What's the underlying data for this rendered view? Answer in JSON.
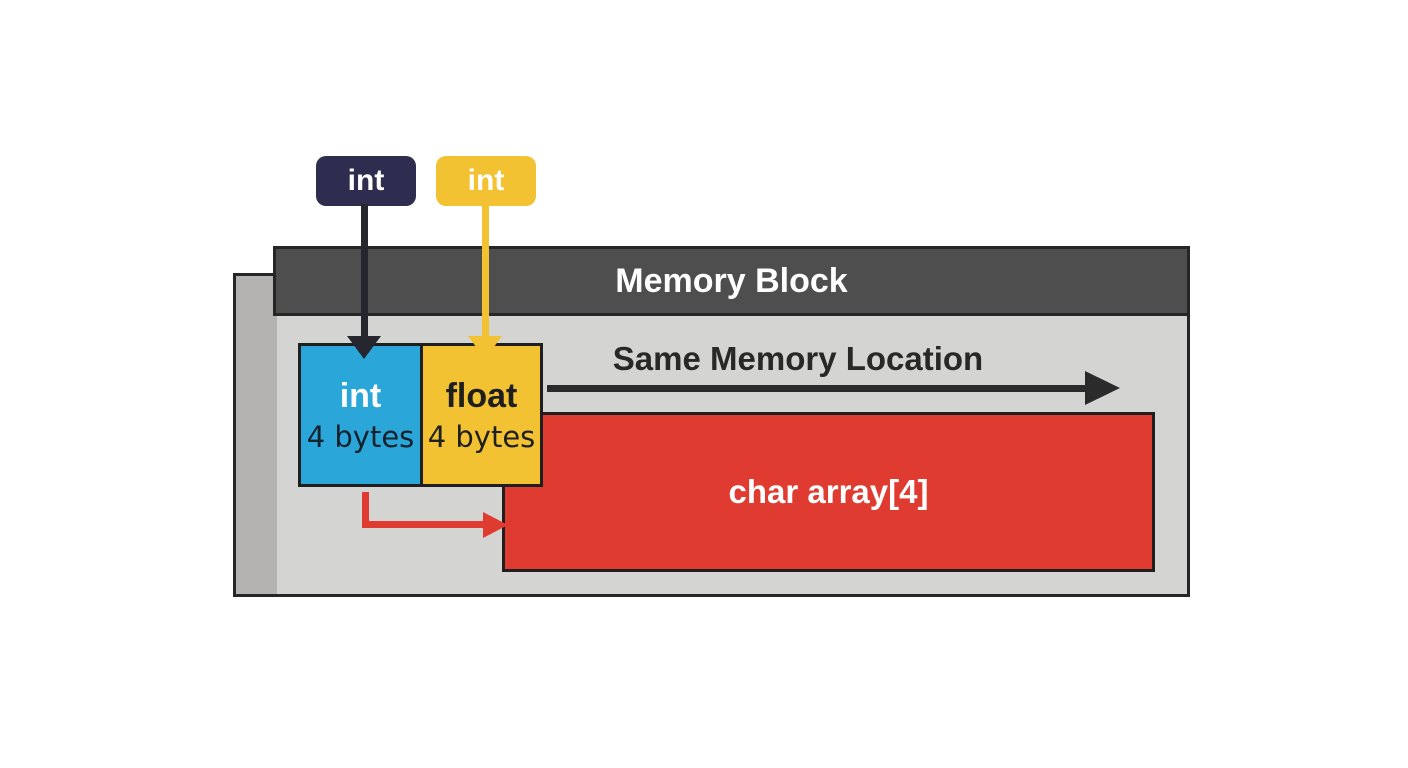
{
  "diagram": {
    "pointer_badges": [
      {
        "label": "int",
        "color": "#2e2d4f",
        "arrow_color": "#26262f"
      },
      {
        "label": "int",
        "color": "#f2c233",
        "arrow_color": "#f2c233"
      }
    ],
    "memory_block": {
      "header": "Memory Block",
      "union_cells": [
        {
          "type": "int",
          "size": "4 bytes",
          "fill": "#2aa6d9",
          "type_text_color": "#ffffff"
        },
        {
          "type": "float",
          "size": "4 bytes",
          "fill": "#f2c233",
          "type_text_color": "#1f1f1f"
        }
      ],
      "char_array": {
        "label": "char array[4]",
        "fill": "#e03b30"
      },
      "annotation": "Same Memory Location"
    },
    "colors": {
      "background": "#ffffff",
      "panel_fill": "#d4d4d2",
      "panel_spine": "#b4b3b1",
      "header_fill": "#4e4e4e",
      "border": "#1f1f1f",
      "annotation_arrow": "#2b2b2b",
      "elbow_arrow": "#e03b30"
    }
  }
}
